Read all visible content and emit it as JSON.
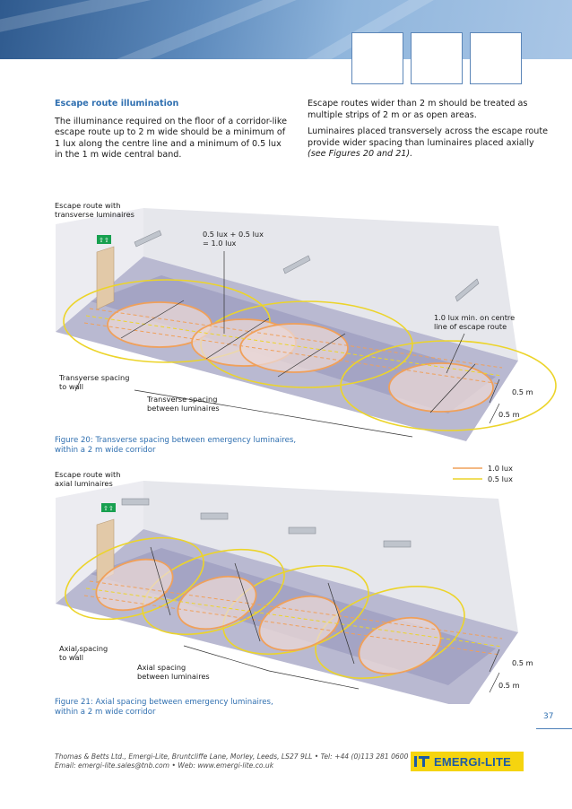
{
  "left_column": {
    "heading": "Escape route illumination",
    "lines": [
      "The illuminance required on the floor of a corridor-like",
      "escape route up to 2 m wide should be a minimum of",
      "1 lux along the centre line and a minimum of 0.5 lux",
      "in the 1 m wide central band."
    ]
  },
  "right_column": {
    "para1": [
      "Escape routes wider than 2 m should be treated as",
      "multiple strips of 2 m or as open areas."
    ],
    "para2": [
      "Luminaires placed transversely across the escape route",
      "provide wider spacing than luminaires placed axially"
    ],
    "para2_ref": "(see Figures 20 and 21)."
  },
  "figure20": {
    "title_lines": [
      "Escape route with",
      "transverse luminaires"
    ],
    "sum_lines": [
      "0.5 lux + 0.5 lux",
      "= 1.0 lux"
    ],
    "centre_lines": [
      "1.0 lux min. on centre",
      "line of escape route"
    ],
    "wall_spacing_lines": [
      "Transverse spacing",
      "to wall"
    ],
    "between_lines": [
      "Transverse spacing",
      "between luminaires"
    ],
    "dim_top": "0.5 m",
    "dim_bottom": "0.5 m",
    "sign": "⇧⇧",
    "caption_lines": [
      "Figure 20: Transverse spacing between emergency luminaires,",
      "within a 2 m wide corridor"
    ]
  },
  "figure21": {
    "title_lines": [
      "Escape route with",
      "axial luminaires"
    ],
    "wall_spacing_lines": [
      "Axial spacing",
      "to wall"
    ],
    "between_lines": [
      "Axial spacing",
      "between luminaires"
    ],
    "dim_top": "0.5 m",
    "dim_bottom": "0.5 m",
    "sign": "⇧⇧",
    "caption_lines": [
      "Figure 21: Axial spacing between emergency luminaires,",
      "within a 2 m wide corridor"
    ]
  },
  "legend": {
    "items": [
      {
        "label": "1.0 lux",
        "color": "#f0a05a"
      },
      {
        "label": "0.5 lux",
        "color": "#ecd42a"
      }
    ]
  },
  "page_number": "37",
  "footer": {
    "line1": "Thomas & Betts Ltd., Emergi-Lite, Bruntcliffe Lane, Morley, Leeds, LS27 9LL • Tel: +44 (0)113 281 0600 •",
    "line2": "Email: emergi-lite.sales@tnb.com • Web: www.emergi-lite.co.uk"
  },
  "logo": {
    "name": "EMERGI-LITE",
    "color": "#f5d40f",
    "ink": "#1d5aa5"
  },
  "colors": {
    "accent_blue": "#2f6fb0",
    "wall": "#e4e5ea",
    "floor": "#b5b5cf",
    "band": "#9b9bbd",
    "ellipse_1lux": "#f0a05a",
    "ellipse_05lux": "#ecd42a"
  }
}
